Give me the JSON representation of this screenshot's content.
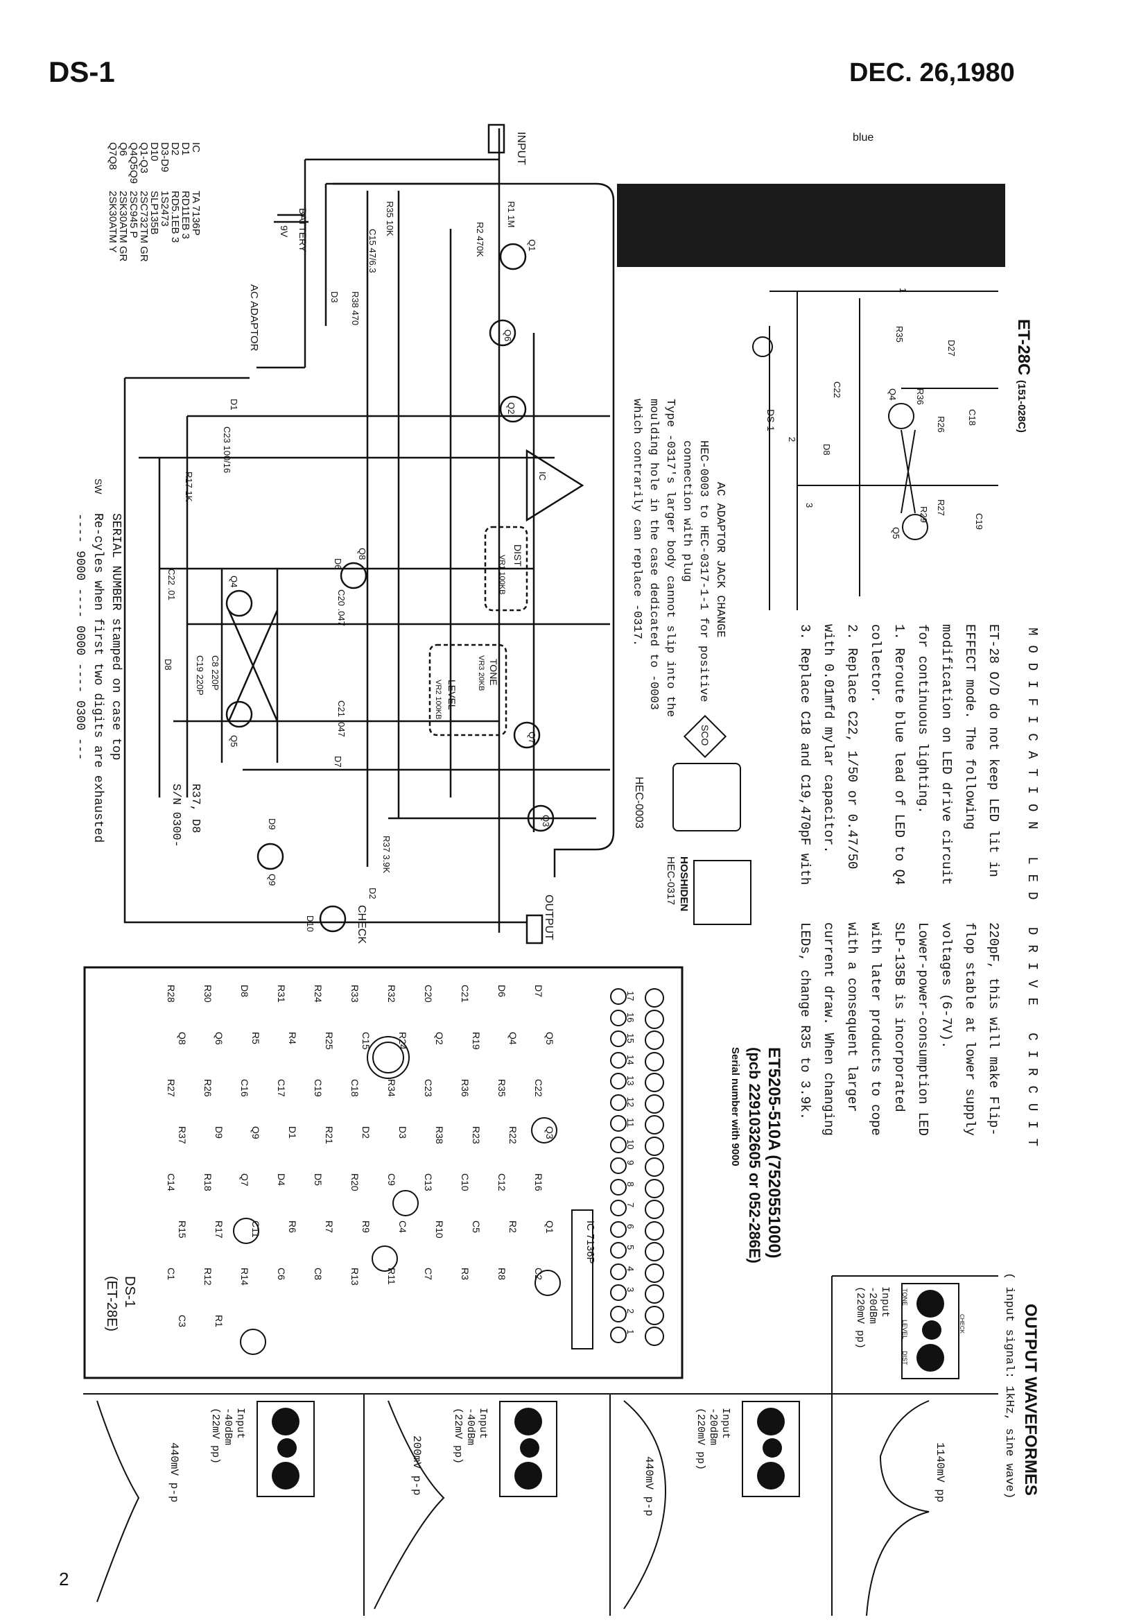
{
  "header": {
    "model": "DS-1",
    "date": "DEC. 26,1980",
    "page_number": "2"
  },
  "parts_list": [
    {
      "ref": "IC",
      "part": "TA 7136P"
    },
    {
      "ref": "D1",
      "part": "RD11EB 3"
    },
    {
      "ref": "D2",
      "part": "RD5.1EB 3"
    },
    {
      "ref": "D3-D9",
      "part": "1S2473"
    },
    {
      "ref": "D10",
      "part": "SLP135B"
    },
    {
      "ref": "Q1-Q3",
      "part": "2SC732TM GR"
    },
    {
      "ref": "Q4Q5Q9",
      "part": "2SC945 P"
    },
    {
      "ref": "Q6",
      "part": "2SK30ATM GR"
    },
    {
      "ref": "Q7Q8",
      "part": "2SK30ATM Y"
    }
  ],
  "schematic_labels": {
    "input": "INPUT",
    "output": "OUTPUT",
    "check": "CHECK",
    "battery": "BATTERY",
    "battery_v": "9V",
    "ac_adaptor": "AC ADAPTOR",
    "sw": "SW",
    "dist": "DIST",
    "tone": "TONE",
    "level": "LEVEL",
    "vr1": "VR1 100KB",
    "vr2": "VR2 100KB",
    "vr3": "VR3 20KB",
    "ic": "IC",
    "q1": "Q1",
    "q2": "Q2",
    "q3": "Q3",
    "q4": "Q4",
    "q5": "Q5",
    "q6": "Q6",
    "q7": "Q7",
    "q8": "Q8",
    "q9": "Q9",
    "d1": "D1",
    "d2": "D2",
    "d3": "D3",
    "d6": "D6",
    "d7": "D7",
    "d8": "D8",
    "d9": "D9",
    "d10": "D10",
    "c23": "C23 100/16",
    "c22": "C22 .01",
    "c20": "C20 .047",
    "c21": "C21 .047",
    "c15": "C15 47/6.3",
    "r1": "R1 1M",
    "r2": "R2 470K",
    "r17": "R17 1K",
    "r37": "R37 3.9K",
    "r38": "R38 470",
    "r35": "R35 10K",
    "c8": "C8 220P",
    "c19": "C19 220P",
    "blue": "blue"
  },
  "serial_note": {
    "line1": "SERIAL NUMBER  stamped on case top",
    "line2": "Re-cyles when first two digits are exhausted",
    "line3": "---- 9000 ---- 0000 ---- 0300 ---",
    "r37_d8": "R37, D8",
    "sn": "S/N 0300-"
  },
  "ac_adaptor_note": {
    "lines": [
      "AC ADAPTOR JACK CHANGE",
      "HEC-0003 to HEC-0317-1-1 for positive",
      "connection with plug",
      "Type -0317's larger body cannot slip into the",
      "moulding hole in the case dedicated to -0003",
      "which contrarily can replace -0317."
    ],
    "sco": "SCO",
    "hec0003": "HEC-0003",
    "hosiden": "HOSHIDEN",
    "hec0317": "HEC-0317"
  },
  "et28c": {
    "title": "ET-28C",
    "code": "(151-028C)",
    "ds1": "DS-1",
    "labels": [
      "R35",
      "D27",
      "Q4",
      "Q5",
      "R36",
      "R26",
      "R27",
      "R29",
      "C22",
      "D8",
      "C18",
      "C19",
      "1",
      "2",
      "3"
    ]
  },
  "modification": {
    "title": "MODIFICATION  LED DRIVE CIRCUIT",
    "col1": [
      "ET-28 O/D do not keep LED lit in",
      "EFFECT mode.   The following",
      "modification on LED drive circuit",
      "for continuous lighting.",
      "1. Reroute blue lead of LED to Q4",
      "   collector.",
      "2. Replace C22,  1/50  or 0.47/50",
      "   with 0.01mfd mylar capacitor.",
      "3. Replace C18 and C19,470pF with"
    ],
    "col2": [
      "220pF, this will make Flip-",
      "flop stable at lower supply",
      "voltages (6-7V).",
      "Lower-power-consumption LED",
      "SLP-135B  is  incorporated",
      "with later products to cope",
      "with  a  consequent  larger",
      "current draw. When changing",
      "LEDs,  change R35 to 3.9k."
    ]
  },
  "pcb": {
    "title": "ET5205-510A (7520551000)",
    "subtitle": "(pcb 2291032605 or 052-286E)",
    "serial": "Serial number with 9000",
    "board_label": "DS-1",
    "board_code": "(ET-28E)",
    "pads": [
      "17",
      "16",
      "15",
      "14",
      "13",
      "12",
      "11",
      "10",
      "9",
      "8",
      "7",
      "6",
      "5",
      "4",
      "3",
      "2",
      "1"
    ],
    "ic_label": "IC 7136P",
    "components": [
      "R28",
      "R30",
      "D8",
      "R31",
      "R24",
      "R33",
      "R32",
      "C20",
      "C21",
      "D6",
      "D7",
      "Q8",
      "Q6",
      "R5",
      "R4",
      "R25",
      "C15",
      "R24",
      "Q2",
      "R19",
      "Q4",
      "Q5",
      "R27",
      "R26",
      "C16",
      "C17",
      "C19",
      "C18",
      "R34",
      "C23",
      "R36",
      "R35",
      "C22",
      "R37",
      "D9",
      "Q9",
      "D1",
      "R21",
      "D2",
      "D3",
      "R38",
      "R23",
      "R22",
      "Q3",
      "C14",
      "R18",
      "Q7",
      "D4",
      "D5",
      "R20",
      "C9",
      "C13",
      "C10",
      "C12",
      "R16",
      "R15",
      "R17",
      "C11",
      "R6",
      "R7",
      "R9",
      "C4",
      "R10",
      "C5",
      "R2",
      "Q1",
      "C1",
      "R12",
      "R14",
      "C6",
      "C8",
      "R13",
      "R11",
      "C7",
      "R3",
      "R8",
      "C2",
      "C3",
      "R1"
    ]
  },
  "waveforms": {
    "title": "OUTPUT WAVEFORMES",
    "subtitle": "( input signal: 1kHz, sine wave)",
    "knobs": [
      "TONE",
      "LEVEL",
      "DIST",
      "CHECK"
    ],
    "panels": [
      {
        "input": "Input",
        "level": "-20dBm",
        "vpp": "(220mV pp)",
        "output": "1140mV pp"
      },
      {
        "input": "Input",
        "level": "-20dBm",
        "vpp": "(220mV pp)",
        "output": "440mV p-p"
      },
      {
        "input": "Input",
        "level": "-40dBm",
        "vpp": "(22mV pp)",
        "output": "200mV p-p"
      },
      {
        "input": "Input",
        "level": "-40dBm",
        "vpp": "(22mV pp)",
        "output": "440mV p-p"
      }
    ]
  }
}
